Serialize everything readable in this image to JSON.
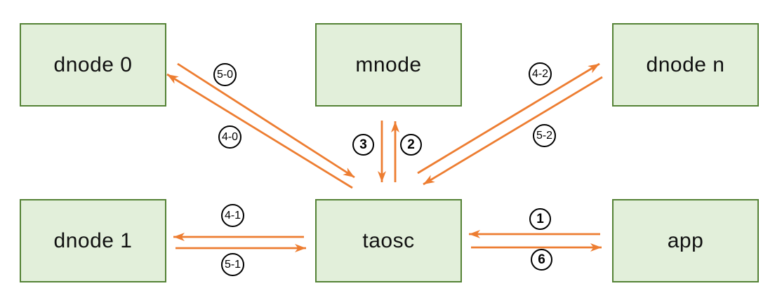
{
  "colors": {
    "node_fill": "#e2efda",
    "node_border": "#548235",
    "arrow": "#ed7d31",
    "label_border": "#000000"
  },
  "nodes": {
    "dnode0": "dnode 0",
    "mnode": "mnode",
    "dnoden": "dnode n",
    "dnode1": "dnode 1",
    "taosc": "taosc",
    "app": "app"
  },
  "edges": [
    {
      "label": "5-0",
      "from": "dnode 0",
      "to": "taosc"
    },
    {
      "label": "4-0",
      "from": "taosc",
      "to": "dnode 0"
    },
    {
      "label": "3",
      "from": "mnode",
      "to": "taosc"
    },
    {
      "label": "2",
      "from": "taosc",
      "to": "mnode"
    },
    {
      "label": "4-2",
      "from": "taosc",
      "to": "dnode n"
    },
    {
      "label": "5-2",
      "from": "dnode n",
      "to": "taosc"
    },
    {
      "label": "4-1",
      "from": "taosc",
      "to": "dnode 1"
    },
    {
      "label": "5-1",
      "from": "dnode 1",
      "to": "taosc"
    },
    {
      "label": "1",
      "from": "app",
      "to": "taosc"
    },
    {
      "label": "6",
      "from": "taosc",
      "to": "app"
    }
  ]
}
